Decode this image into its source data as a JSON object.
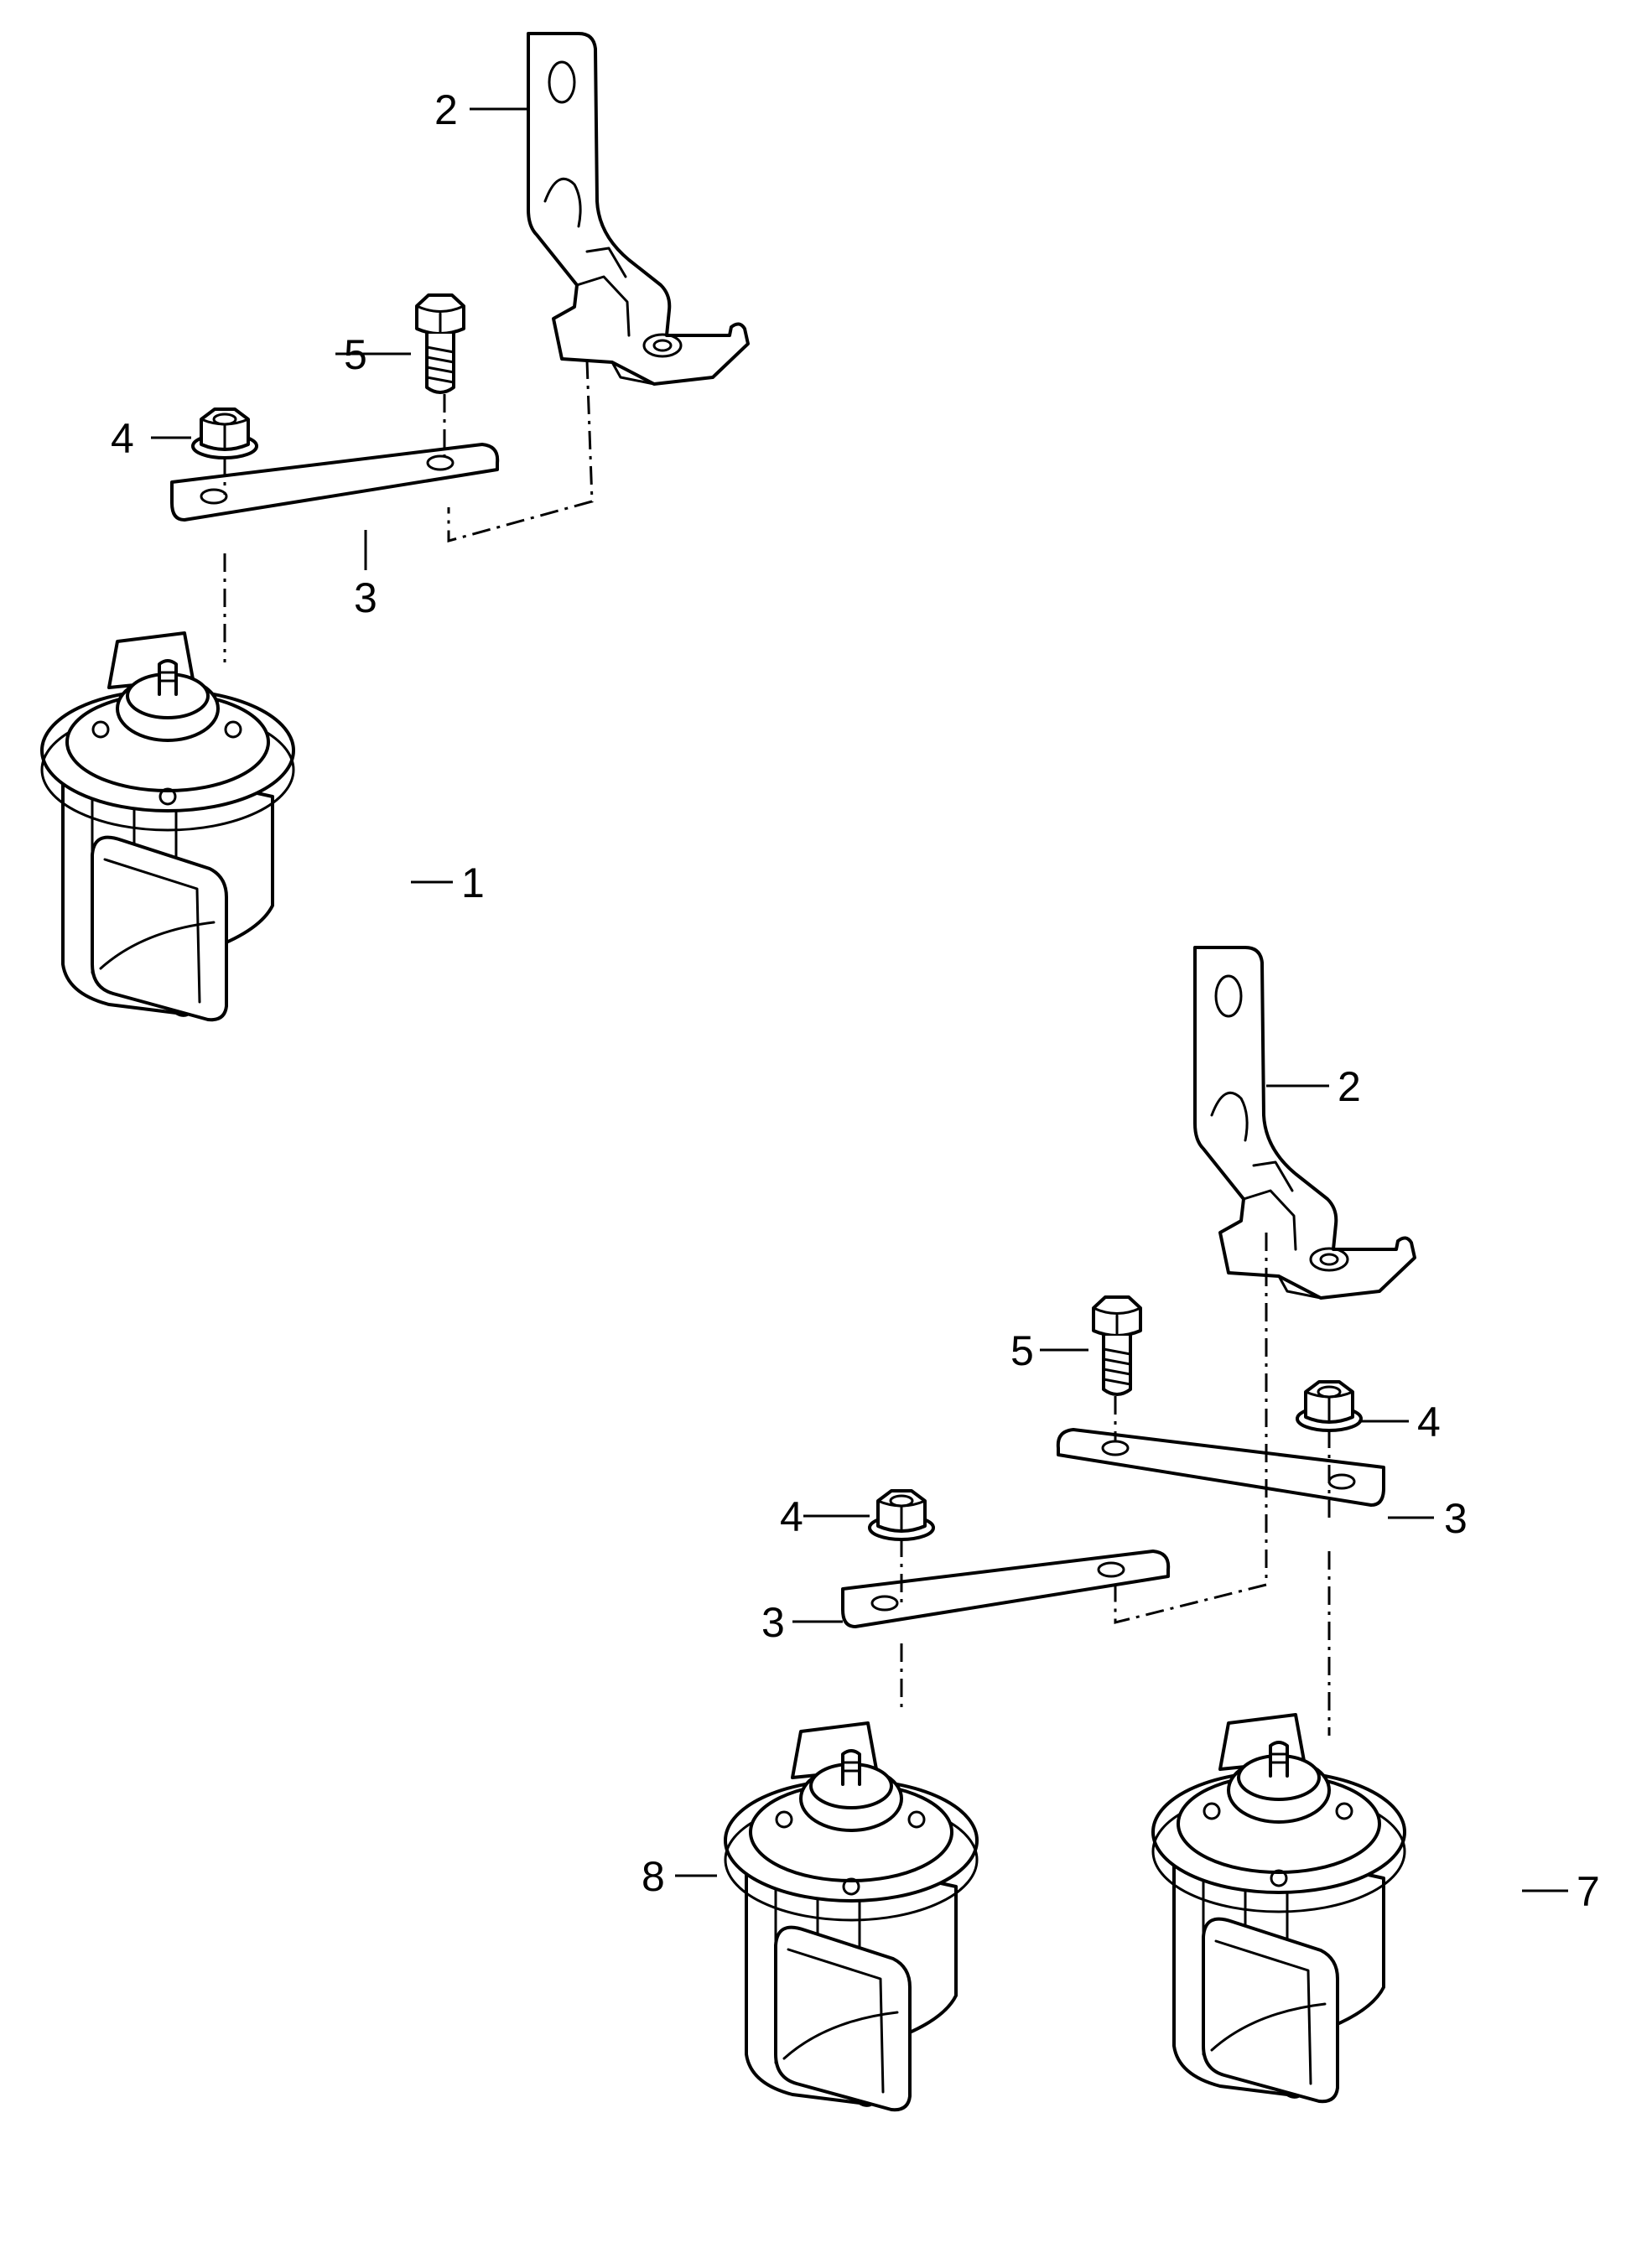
{
  "diagram": {
    "callouts": {
      "c1": "1",
      "c2_top": "2",
      "c3_top": "3",
      "c4_top": "4",
      "c5_top": "5",
      "c2_bottom": "2",
      "c3_bottom_right": "3",
      "c3_bottom_left": "3",
      "c4_bottom_right": "4",
      "c4_bottom_left": "4",
      "c5_bottom": "5",
      "c7": "7",
      "c8": "8"
    }
  }
}
